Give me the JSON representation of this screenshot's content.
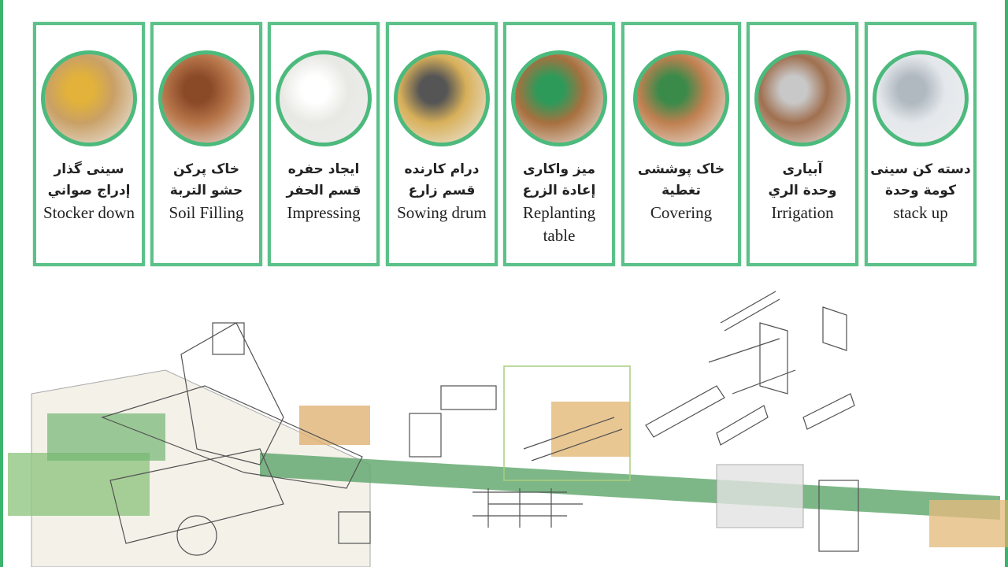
{
  "stages": [
    {
      "fa": "سینی گذار",
      "ar": "إدراج صواني",
      "en": "Stocker down",
      "img": "#c9a066",
      "accent": "#e2b23a"
    },
    {
      "fa": "خاک پرکن",
      "ar": "حشو التربة",
      "en": "Soil Filling",
      "img": "#b8764a",
      "accent": "#8a4a28"
    },
    {
      "fa": "ایجاد حفره",
      "ar": "قسم الحفر",
      "en": "Impressing",
      "img": "#e8e8e4",
      "accent": "#ffffff"
    },
    {
      "fa": "درام کارنده",
      "ar": "قسم زارع",
      "en": "Sowing drum",
      "img": "#d8b05a",
      "accent": "#555555"
    },
    {
      "fa": "میز واکاری",
      "ar": "إعادة الزرع",
      "en": "Replanting table",
      "img": "#a8703f",
      "accent": "#2e9a5a"
    },
    {
      "fa": "خاک پوششی",
      "ar": "تغطية",
      "en": "Covering",
      "img": "#c08050",
      "accent": "#3a8a4a"
    },
    {
      "fa": "آبیاری",
      "ar": "وحدة الري",
      "en": "Irrigation",
      "img": "#a07050",
      "accent": "#c8c8c8"
    },
    {
      "fa": "دسته کن سینی",
      "ar": "كومة وحدة",
      "en": "stack up",
      "img": "#e4e8ec",
      "accent": "#b0b8c0"
    }
  ]
}
